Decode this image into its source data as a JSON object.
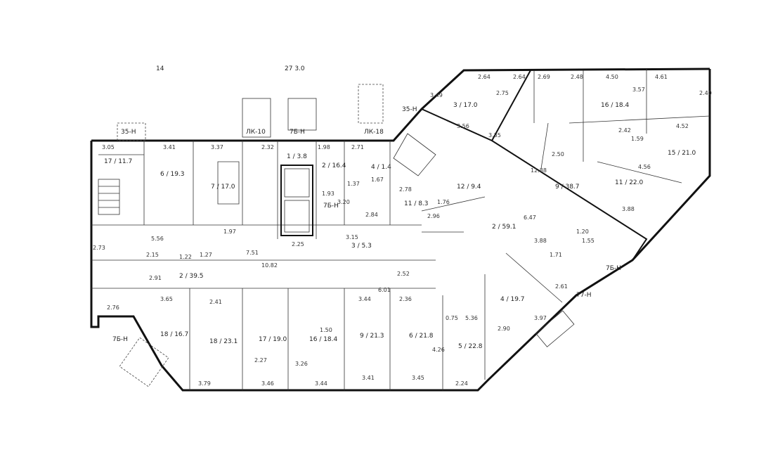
{
  "top_notes": [
    "14",
    "27 3.0"
  ],
  "corridor_marks": [
    "35-Н",
    "ЛК-10",
    "7Б-Н",
    "ЛК-18",
    "35-Н",
    "7Б-Н",
    "7Б-Н",
    "77-Н",
    "7Б-Н"
  ],
  "rooms": [
    {
      "label": "2 / 39.5"
    },
    {
      "label": "6 / 19.3"
    },
    {
      "label": "7 / 17.0"
    },
    {
      "label": "1 / 3.8"
    },
    {
      "label": "2 / 16.4"
    },
    {
      "label": "4 / 1.4"
    },
    {
      "label": "3 / 17.0"
    },
    {
      "label": "2 / 59.1"
    },
    {
      "label": "9 / 38.7"
    },
    {
      "label": "11 / 22.0"
    },
    {
      "label": "15 / 21.0"
    },
    {
      "label": "16 / 18.4"
    },
    {
      "label": "18 / 16.7"
    },
    {
      "label": "18 / 23.1"
    },
    {
      "label": "17 / 19.0"
    },
    {
      "label": "16 / 18.4"
    },
    {
      "label": "9 / 21.3"
    },
    {
      "label": "6 / 21.8"
    },
    {
      "label": "5 / 22.8"
    },
    {
      "label": "4 / 19.7"
    },
    {
      "label": "3 / 5.3"
    },
    {
      "label": "12 / 9.4"
    },
    {
      "label": "17 / 11.7"
    },
    {
      "label": "11 / 8.3"
    }
  ],
  "dimensions": [
    "3.05",
    "3.41",
    "3.37",
    "2.32",
    "1.98",
    "2.71",
    "2.64",
    "3.49",
    "2.64",
    "2.69",
    "2.48",
    "4.50",
    "4.61",
    "2.75",
    "3.57",
    "2.40",
    "4.52",
    "3.56",
    "3.35",
    "12.88",
    "2.50",
    "4.56",
    "2.42",
    "1.59",
    "3.88",
    "5.56",
    "2.73",
    "2.15",
    "1.22",
    "10.82",
    "2.25",
    "7.51",
    "1.97",
    "1.27",
    "2.91",
    "3.88",
    "6.47",
    "3.65",
    "2.41",
    "3.44",
    "2.36",
    "6.01",
    "2.76",
    "3.79",
    "3.46",
    "3.44",
    "3.41",
    "3.45",
    "2.24",
    "3.26",
    "2.27",
    "1.50",
    "4.26",
    "0.75",
    "5.36",
    "2.90",
    "3.97",
    "2.61",
    "1.71",
    "1.20",
    "1.55",
    "2.52",
    "3.20",
    "1.93",
    "1.37",
    "2.84",
    "3.15",
    "1.67",
    "2.78",
    "2.96",
    "1.76"
  ]
}
